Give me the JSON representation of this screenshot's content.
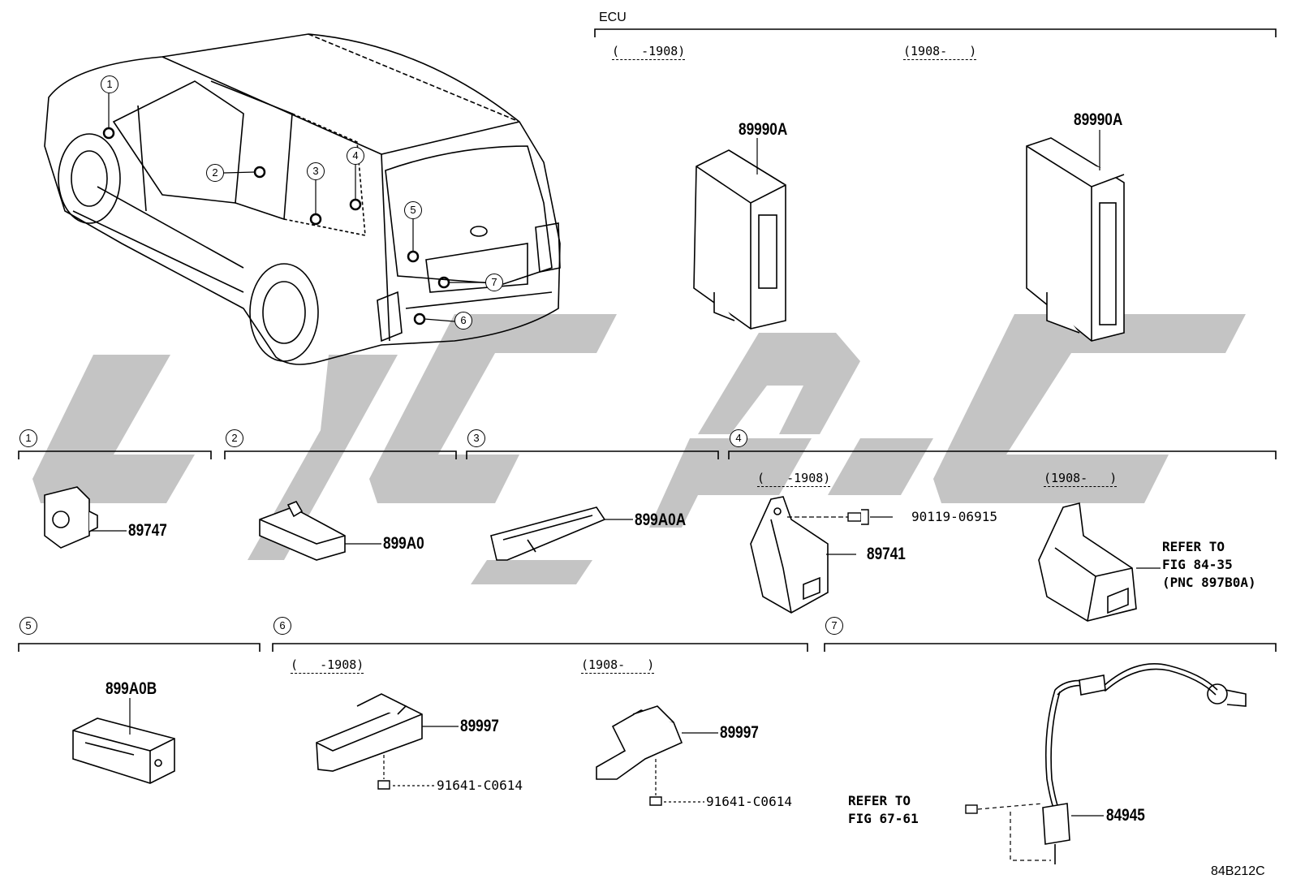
{
  "header": {
    "ecu_label": "ECU",
    "diagram_id": "84B212C"
  },
  "dates": {
    "ecu_left": "(   -1908)",
    "ecu_right": "(1908-   )",
    "s4_left": "(   -1908)",
    "s4_right": "(1908-   )",
    "s6_left": "(   -1908)",
    "s6_right": "(1908-   )"
  },
  "callouts": [
    "1",
    "2",
    "3",
    "4",
    "5",
    "6",
    "7"
  ],
  "parts": {
    "ecu_left": "89990A",
    "ecu_right": "89990A",
    "s1": "89747",
    "s2": "899A0",
    "s3": "899A0A",
    "s4_bolt": "90119-06915",
    "s4_bracket": "89741",
    "s5": "899A0B",
    "s6_left": "89997",
    "s6_left_screw": "91641-C0614",
    "s6_right": "89997",
    "s6_right_screw": "91641-C0614",
    "s7": "84945"
  },
  "references": {
    "s4_refer": "REFER TO\nFIG 84-35\n(PNC 897B0A)",
    "s7_refer": "REFER TO\nFIG 67-61"
  },
  "colors": {
    "watermark": "#c4c4c4",
    "line": "#000000"
  }
}
